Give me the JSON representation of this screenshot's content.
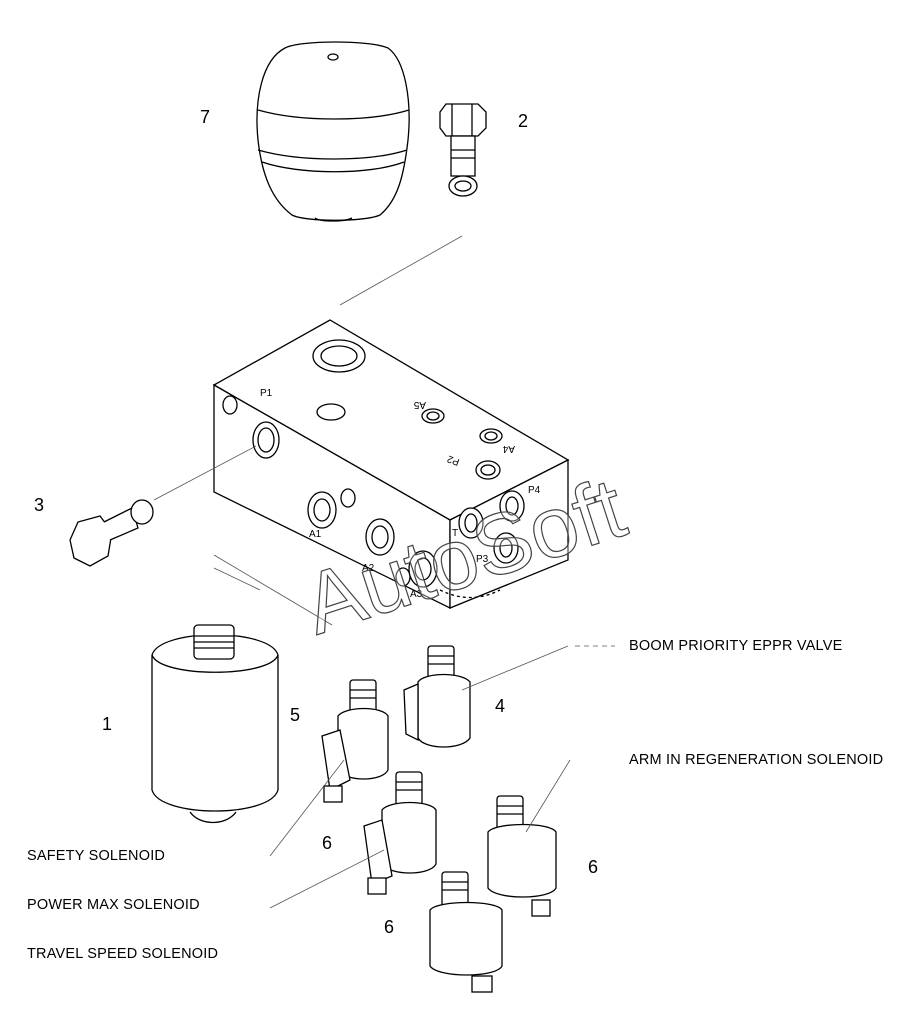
{
  "diagram": {
    "callouts": {
      "n1": "1",
      "n2": "2",
      "n3": "3",
      "n4": "4",
      "n5": "5",
      "n6": "6",
      "n7": "7"
    },
    "labels": {
      "boom_priority": "BOOM PRIORITY EPPR VALVE",
      "arm_in_regeneration": "ARM IN REGENERATION SOLENOID",
      "safety": "SAFETY SOLENOID",
      "power_max": "POWER MAX SOLENOID",
      "travel_speed": "TRAVEL SPEED SOLENOID"
    },
    "ports": {
      "p1": "P1",
      "a1": "A1",
      "a2": "A2",
      "a3": "A3",
      "a4": "A4",
      "a5": "A5",
      "p2": "P2",
      "p3": "P3",
      "p4": "P4",
      "t": "T"
    },
    "watermark": "AutoSoft"
  },
  "colors": {
    "line": "#000000",
    "leader": "#555555",
    "background": "#ffffff"
  }
}
